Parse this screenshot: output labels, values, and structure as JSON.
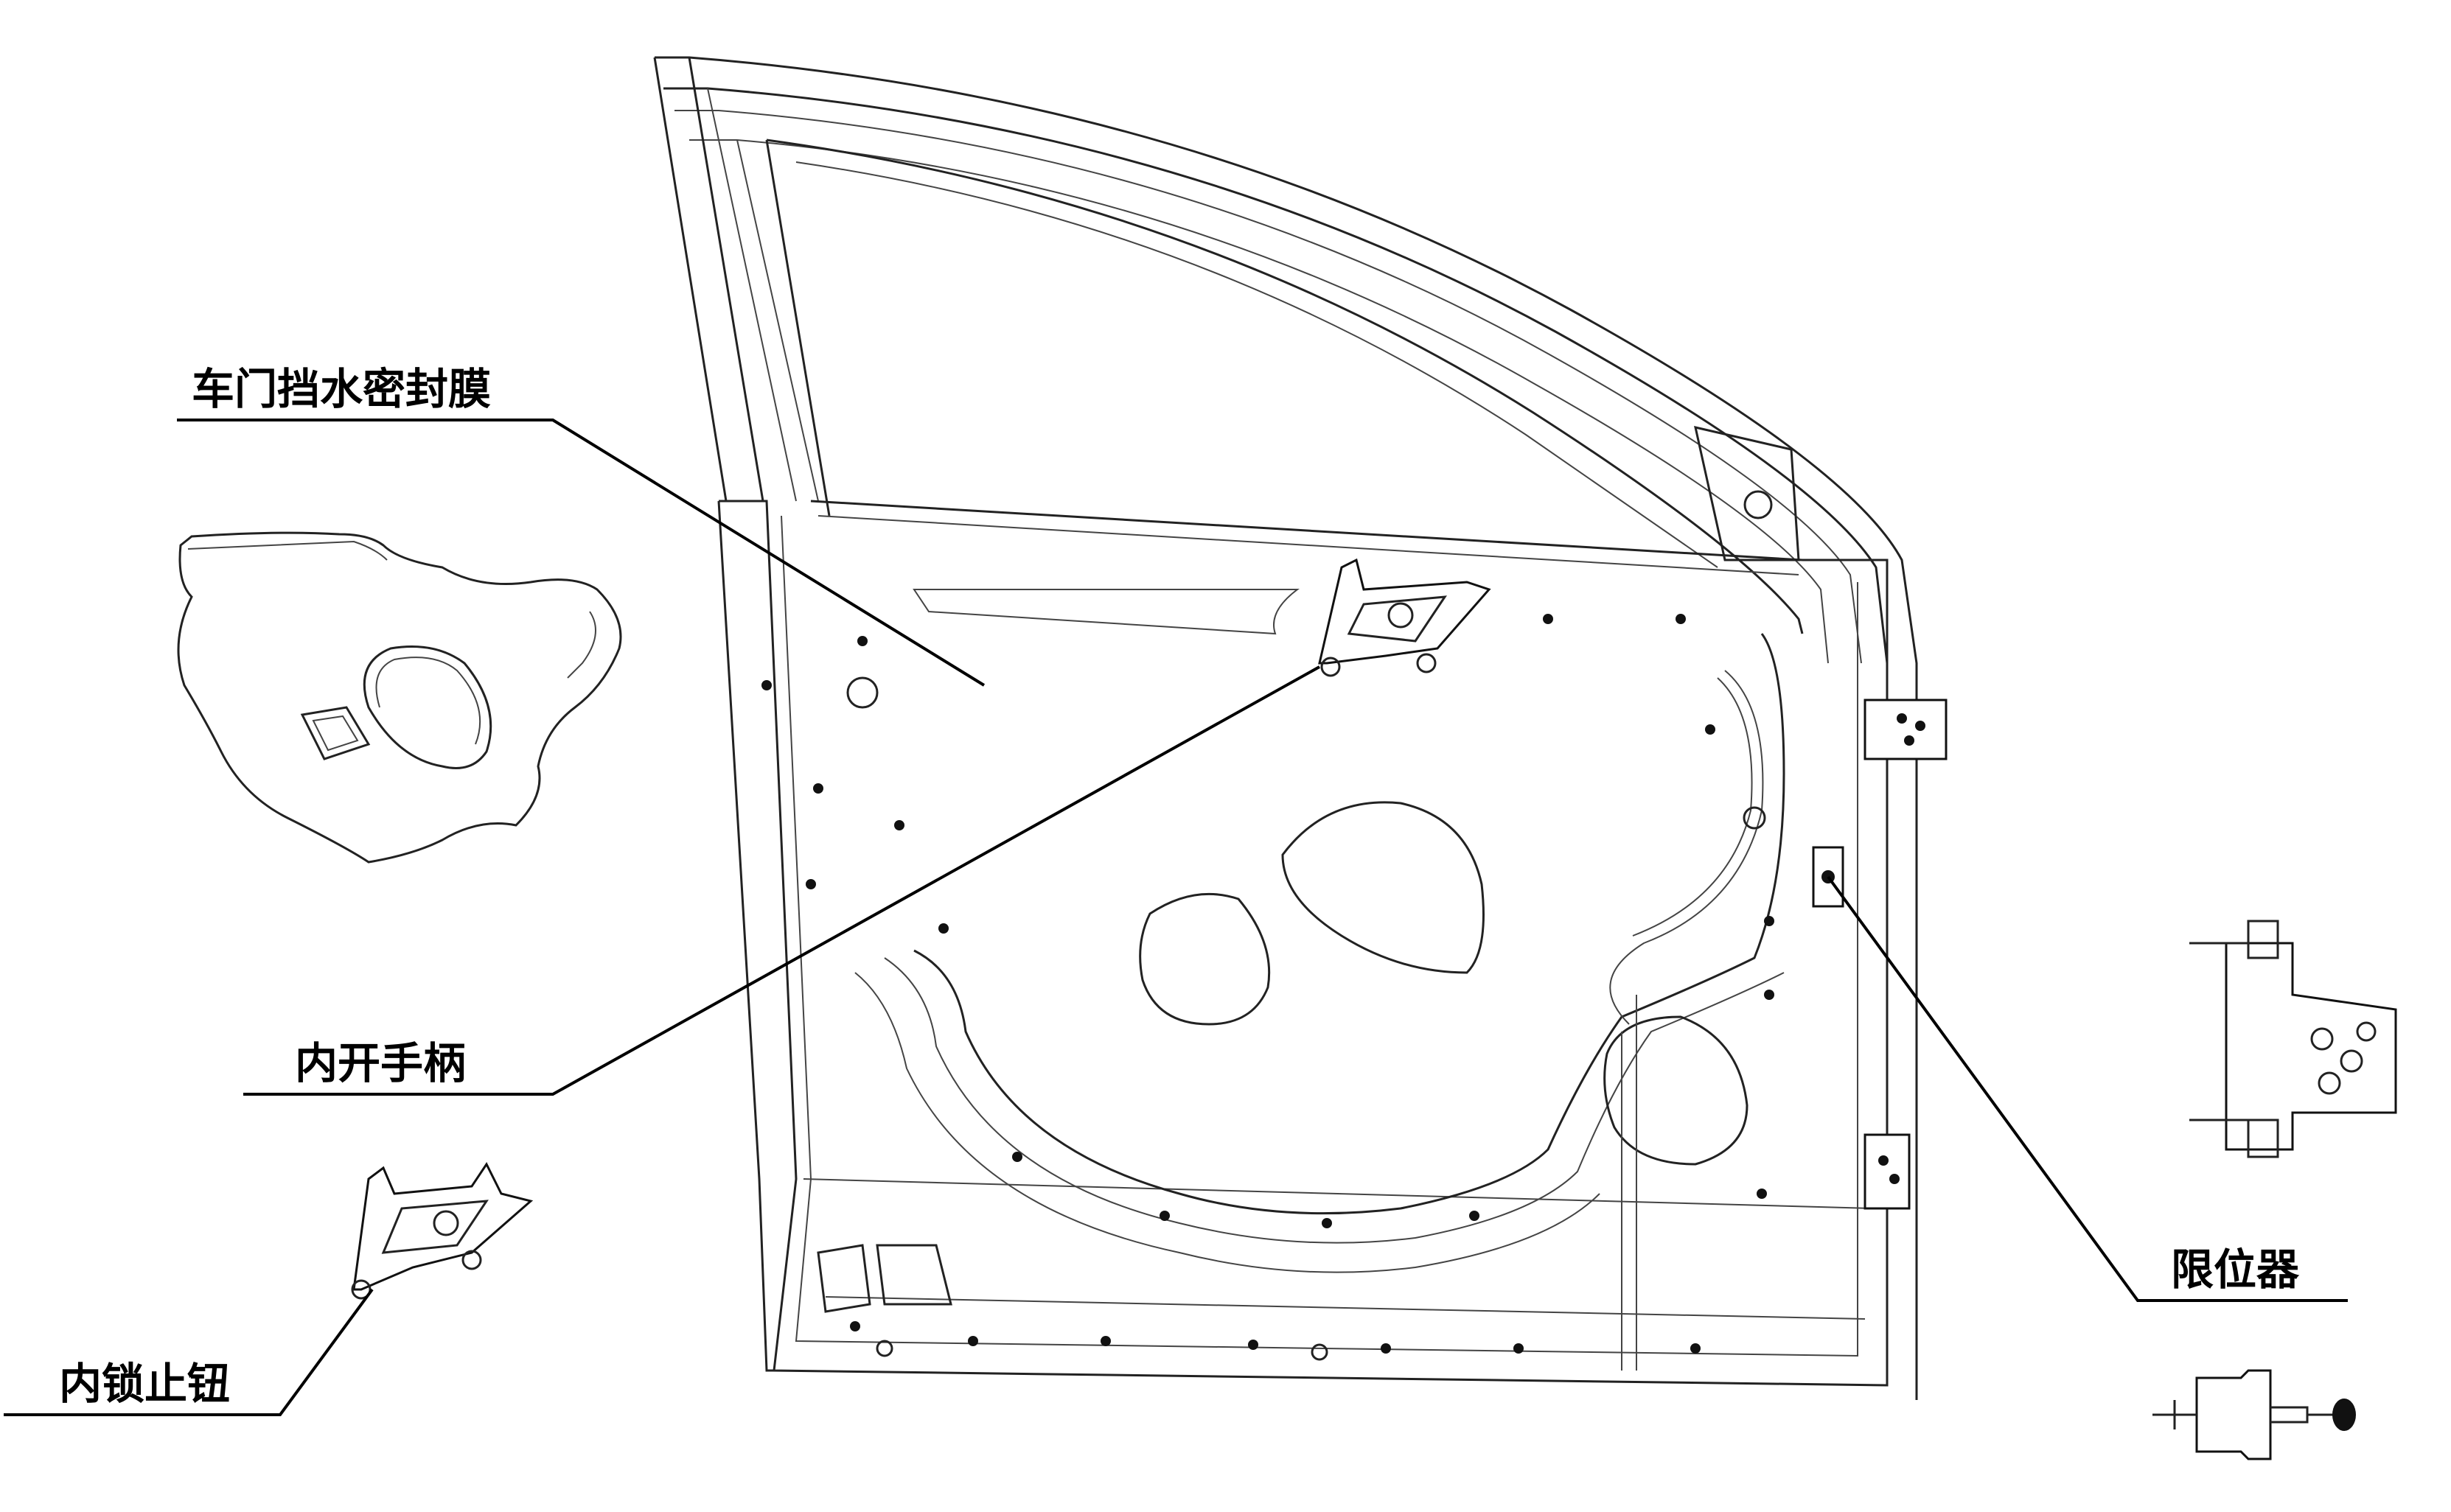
{
  "labels": {
    "seal_film": "车门挡水密封膜",
    "inner_handle": "内开手柄",
    "inner_lock_button": "内锁止钮",
    "door_check": "限位器"
  }
}
